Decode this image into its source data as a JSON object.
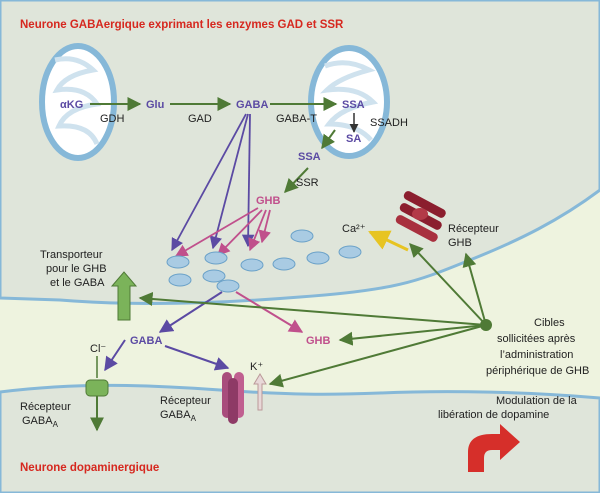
{
  "titles": {
    "top_neuron": "Neurone GABAergique exprimant les enzymes GAD et SSR",
    "bottom_neuron": "Neurone dopaminergique"
  },
  "metabolites": {
    "akg": "αKG",
    "glu": "Glu",
    "gaba_top": "GABA",
    "ssa_mito": "SSA",
    "sa": "SA",
    "ssa_cyto": "SSA",
    "ghb_top": "GHB",
    "ghb_cleft": "GHB",
    "gaba_cleft": "GABA"
  },
  "enzymes": {
    "gdh": "GDH",
    "gad": "GAD",
    "gaba_t": "GABA-T",
    "ssadh": "SSADH",
    "ssr": "SSR"
  },
  "ions": {
    "calcium": "Ca²⁺",
    "chloride": "Cl⁻",
    "potassium": "K⁺"
  },
  "labels": {
    "transporter_1": "Transporteur",
    "transporter_2": "pour le GHB",
    "transporter_3": "et le GABA",
    "ghb_receptor_1": "Récepteur",
    "ghb_receptor_2": "GHB",
    "gaba_a_receptor_left_1": "Récepteur",
    "gaba_a_receptor_left_2": "GABA",
    "gaba_a_receptor_left_sub": "A",
    "gaba_a_receptor_right_1": "Récepteur",
    "gaba_a_receptor_right_2": "GABA",
    "gaba_a_receptor_right_sub": "A",
    "targets_1": "Cibles",
    "targets_2": "sollicitées après",
    "targets_3": "l’administration",
    "targets_4": "périphérique de GHB",
    "dopamine_1": "Modulation de la",
    "dopamine_2": "libération de dopamine"
  },
  "colors": {
    "neuron_fill": "#dfe5da",
    "cleft_fill": "#eef3df",
    "membrane": "#86b8d8",
    "mito_stroke": "#86b8d8",
    "title_red": "#d6281f",
    "gaba_blue": "#5b4aa3",
    "ghb_pink": "#c0508c",
    "arrow_green": "#4f7a36",
    "receptor_red": "#8b1e2e",
    "receptor_purple": "#a84c7c",
    "dopamine_arrow": "#d62f2a"
  }
}
